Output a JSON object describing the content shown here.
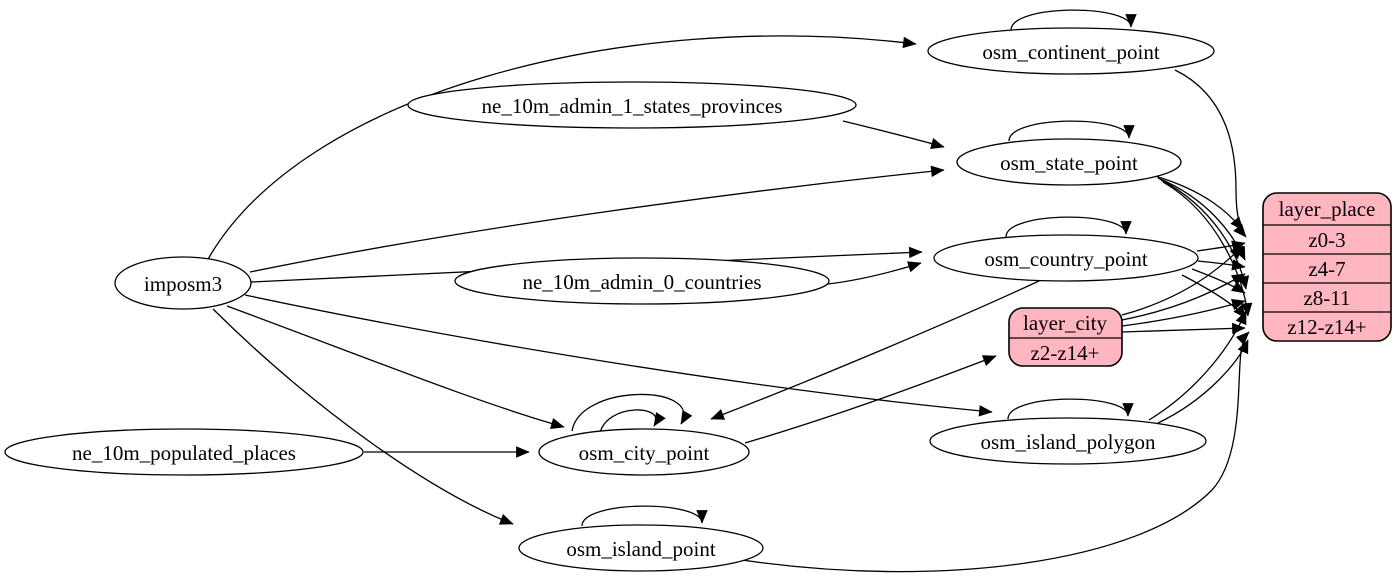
{
  "diagram": {
    "type": "etl-graph",
    "colors": {
      "background": "#ffffff",
      "edge": "#000000",
      "node_fill": "#ffffff",
      "node_stroke": "#000000",
      "record_fill": "#ffb6c1"
    },
    "labels": {
      "imposm3": "imposm3",
      "ne_10m_admin_1_states_provinces": "ne_10m_admin_1_states_provinces",
      "ne_10m_admin_0_countries": "ne_10m_admin_0_countries",
      "ne_10m_populated_places": "ne_10m_populated_places",
      "osm_continent_point": "osm_continent_point",
      "osm_state_point": "osm_state_point",
      "osm_country_point": "osm_country_point",
      "osm_city_point": "osm_city_point",
      "osm_island_polygon": "osm_island_polygon",
      "osm_island_point": "osm_island_point"
    },
    "layer_place": {
      "title": "layer_place",
      "rows": [
        "z0-3",
        "z4-7",
        "z8-11",
        "z12-z14+"
      ]
    },
    "layer_city": {
      "title": "layer_city",
      "rows": [
        "z2-z14+"
      ]
    },
    "edges": [
      {
        "from": "imposm3",
        "to": "osm_continent_point"
      },
      {
        "from": "imposm3",
        "to": "osm_state_point"
      },
      {
        "from": "imposm3",
        "to": "osm_country_point"
      },
      {
        "from": "imposm3",
        "to": "osm_city_point"
      },
      {
        "from": "imposm3",
        "to": "osm_island_polygon"
      },
      {
        "from": "imposm3",
        "to": "osm_island_point"
      },
      {
        "from": "ne_10m_admin_1_states_provinces",
        "to": "osm_state_point"
      },
      {
        "from": "ne_10m_admin_0_countries",
        "to": "osm_country_point"
      },
      {
        "from": "ne_10m_populated_places",
        "to": "osm_city_point"
      },
      {
        "from": "osm_country_point",
        "to": "osm_city_point"
      },
      {
        "from": "osm_city_point",
        "to": "layer_city:z2-z14+"
      },
      {
        "from": "osm_continent_point",
        "to": "layer_place:z0-3"
      },
      {
        "from": "osm_state_point",
        "to": "layer_place:z0-3"
      },
      {
        "from": "osm_state_point",
        "to": "layer_place:z4-7"
      },
      {
        "from": "osm_state_point",
        "to": "layer_place:z8-11"
      },
      {
        "from": "osm_state_point",
        "to": "layer_place:z12-z14+"
      },
      {
        "from": "osm_country_point",
        "to": "layer_place:z0-3"
      },
      {
        "from": "osm_country_point",
        "to": "layer_place:z4-7"
      },
      {
        "from": "osm_country_point",
        "to": "layer_place:z8-11"
      },
      {
        "from": "osm_country_point",
        "to": "layer_place:z12-z14+"
      },
      {
        "from": "osm_island_polygon",
        "to": "layer_place:z8-11"
      },
      {
        "from": "osm_island_polygon",
        "to": "layer_place:z12-z14+"
      },
      {
        "from": "osm_island_point",
        "to": "layer_place:z12-z14+"
      },
      {
        "from": "layer_city:z2-z14+",
        "to": "layer_place:z0-3"
      },
      {
        "from": "layer_city:z2-z14+",
        "to": "layer_place:z4-7"
      },
      {
        "from": "layer_city:z2-z14+",
        "to": "layer_place:z8-11"
      },
      {
        "from": "layer_city:z2-z14+",
        "to": "layer_place:z12-z14+"
      }
    ],
    "self_loops": [
      {
        "node": "osm_continent_point",
        "count": 1
      },
      {
        "node": "osm_state_point",
        "count": 1
      },
      {
        "node": "osm_country_point",
        "count": 1
      },
      {
        "node": "osm_city_point",
        "count": 2
      },
      {
        "node": "osm_island_polygon",
        "count": 1
      },
      {
        "node": "osm_island_point",
        "count": 1
      }
    ]
  }
}
